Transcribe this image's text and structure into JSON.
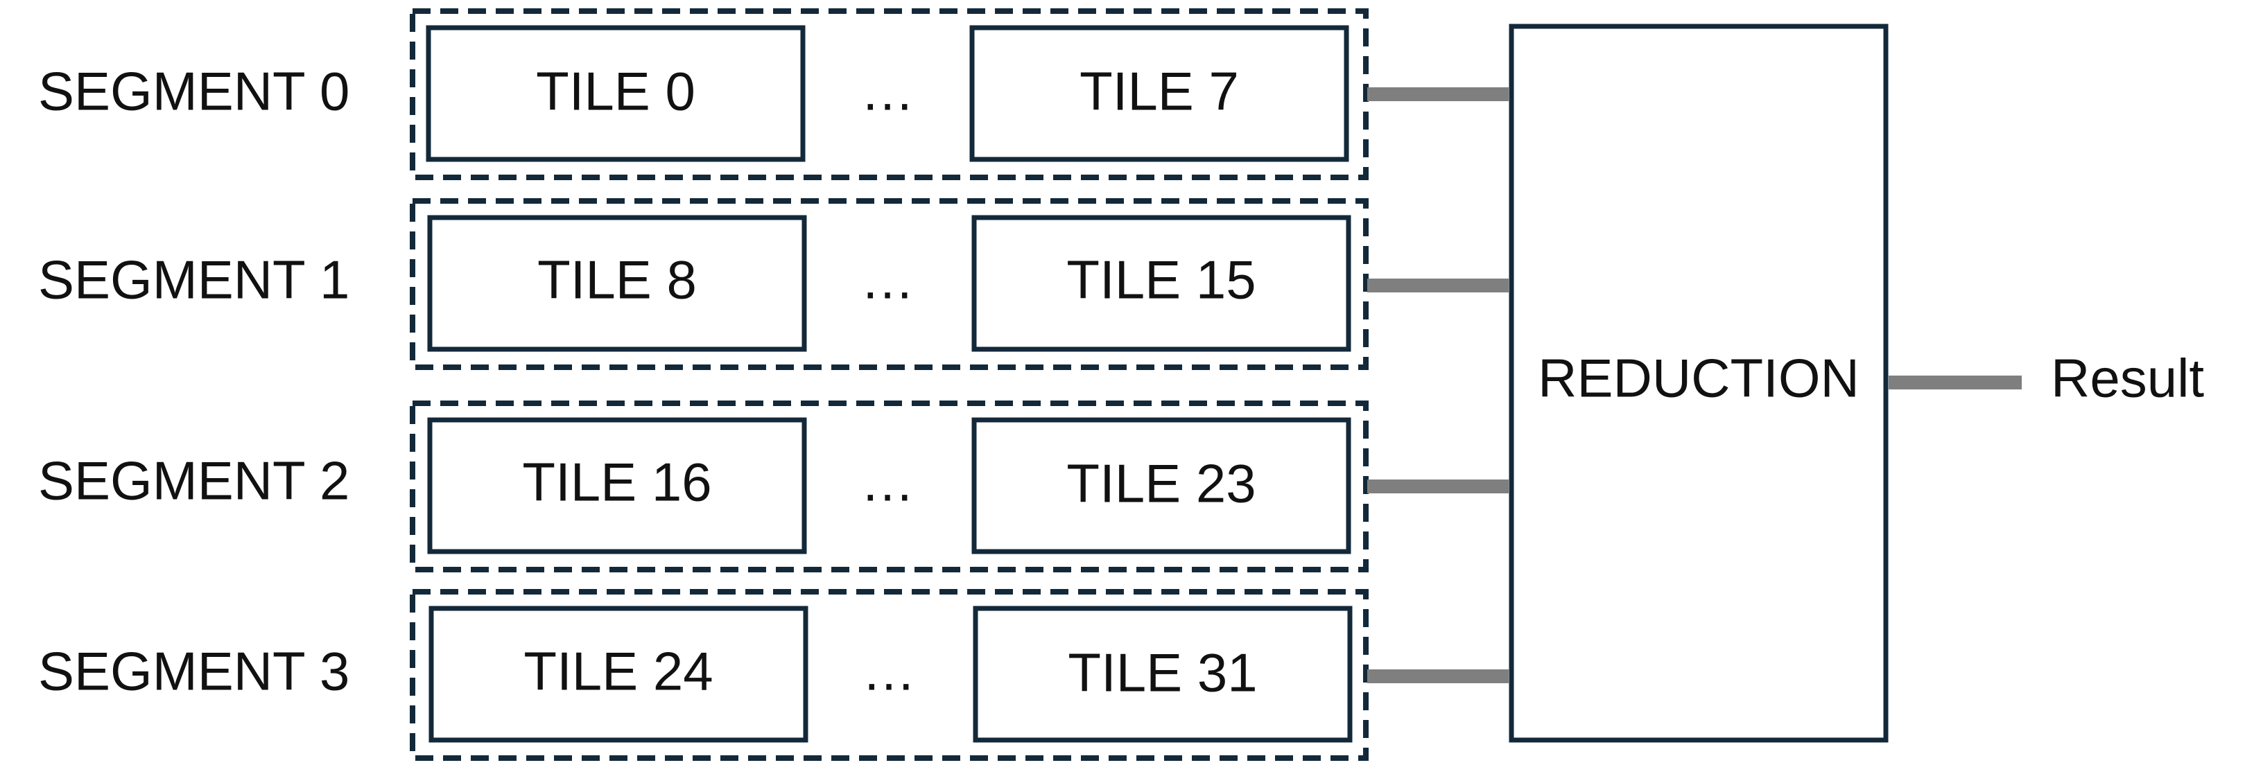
{
  "segments": [
    {
      "label": "SEGMENT 0",
      "first_tile": "TILE 0",
      "ellipsis": "…",
      "last_tile": "TILE 7"
    },
    {
      "label": "SEGMENT 1",
      "first_tile": "TILE 8",
      "ellipsis": "…",
      "last_tile": "TILE 15"
    },
    {
      "label": "SEGMENT 2",
      "first_tile": "TILE 16",
      "ellipsis": "…",
      "last_tile": "TILE 23"
    },
    {
      "label": "SEGMENT 3",
      "first_tile": "TILE 24",
      "ellipsis": "…",
      "last_tile": "TILE 31"
    }
  ],
  "reduction": {
    "label": "REDUCTION"
  },
  "result": {
    "label": "Result"
  },
  "colors": {
    "box_stroke": "#13293a",
    "arrow": "#7f7f7f",
    "text": "#111111"
  }
}
